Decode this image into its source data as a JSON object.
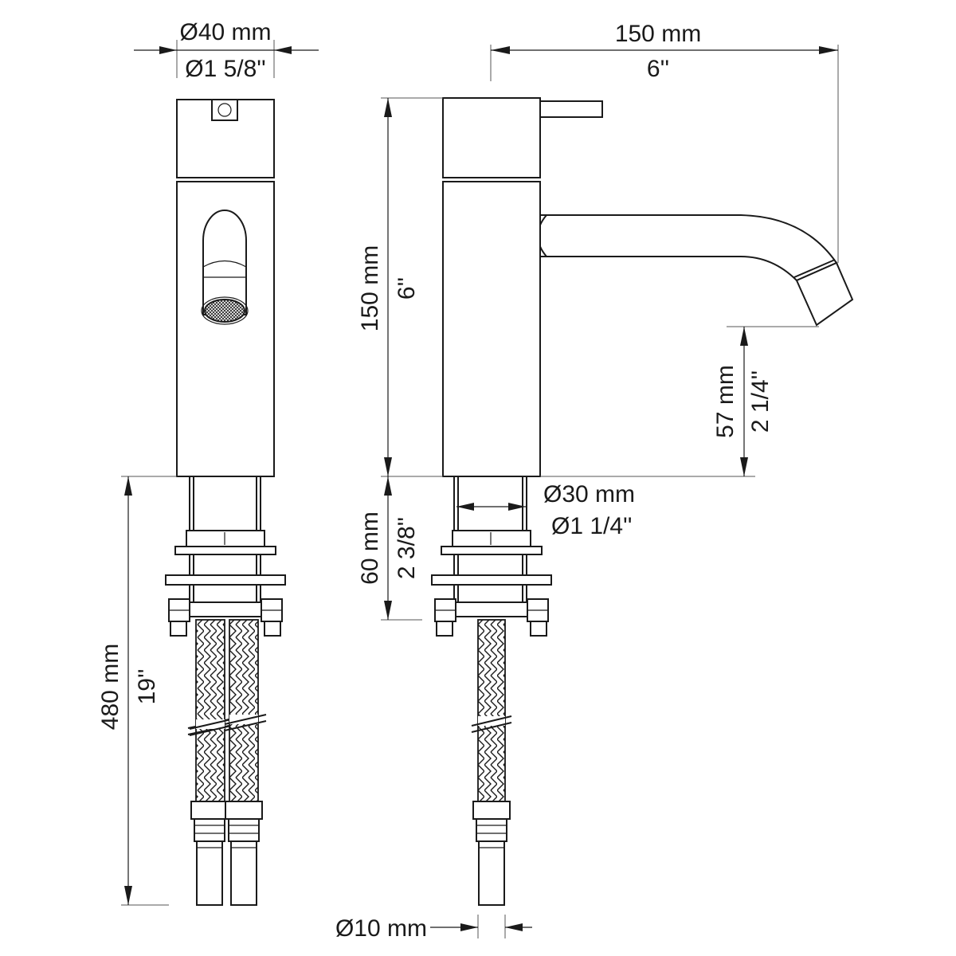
{
  "dimensions": {
    "top_diameter_mm": "Ø40 mm",
    "top_diameter_in": "Ø1 5/8''",
    "reach_mm": "150 mm",
    "reach_in": "6''",
    "height_mm": "150 mm",
    "height_in": "6''",
    "spout_height_mm": "57 mm",
    "spout_height_in": "2 1/4''",
    "shank_diameter_mm": "Ø30 mm",
    "shank_diameter_in": "Ø1 1/4''",
    "shank_length_mm": "60 mm",
    "shank_length_in": "2 3/8''",
    "hose_length_mm": "480 mm",
    "hose_length_in": "19''",
    "hose_diameter_mm": "Ø10 mm"
  },
  "colors": {
    "line": "#1a1a1a",
    "background": "#ffffff"
  }
}
